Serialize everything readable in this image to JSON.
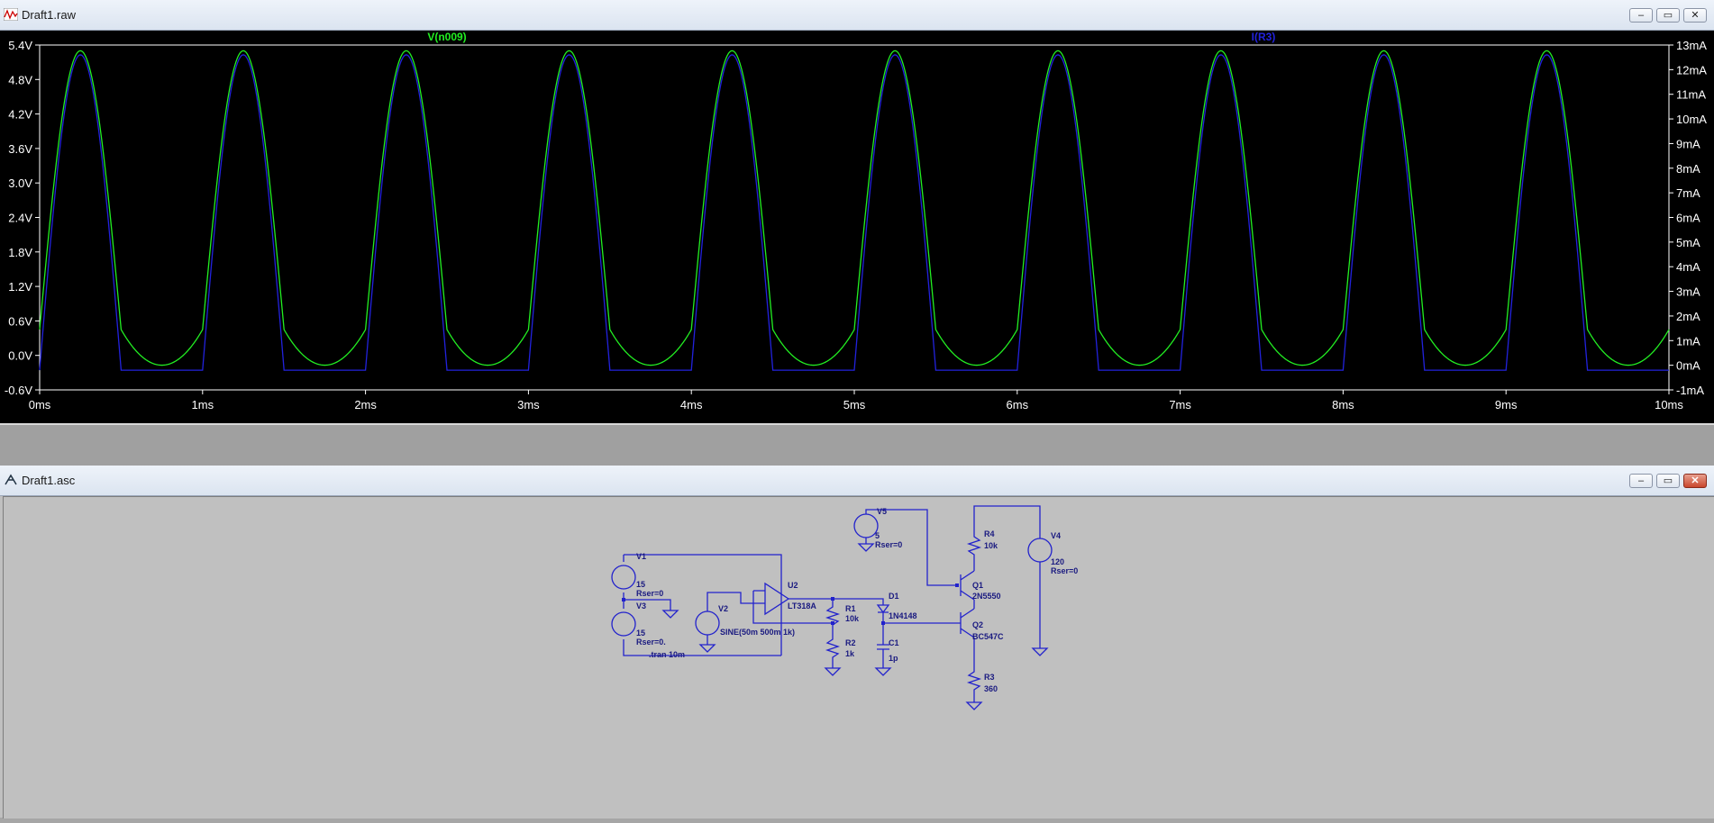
{
  "plot_window": {
    "title": "Draft1.raw",
    "trace_labels": {
      "left": "V(n009)",
      "right": "I(R3)"
    },
    "colors": {
      "voltage": "#22ee22",
      "current": "#2222dd",
      "axis": "#ffffff",
      "bg": "#000000"
    },
    "chart_data": {
      "type": "line",
      "x_label": "",
      "x_ticks": [
        "0ms",
        "1ms",
        "2ms",
        "3ms",
        "4ms",
        "5ms",
        "6ms",
        "7ms",
        "8ms",
        "9ms",
        "10ms"
      ],
      "y_left_ticks": [
        "5.4V",
        "4.8V",
        "4.2V",
        "3.6V",
        "3.0V",
        "2.4V",
        "1.8V",
        "1.2V",
        "0.6V",
        "0.0V",
        "-0.6V"
      ],
      "y_right_ticks": [
        "13mA",
        "12mA",
        "11mA",
        "10mA",
        "9mA",
        "8mA",
        "7mA",
        "6mA",
        "5mA",
        "4mA",
        "3mA",
        "2mA",
        "1mA",
        "0mA",
        "-1mA"
      ],
      "xlim": [
        0,
        10
      ],
      "ylim_left": [
        -0.6,
        5.4
      ],
      "ylim_right": [
        -1,
        13
      ],
      "series": [
        {
          "name": "V(n009)",
          "axis": "left",
          "period_ms": 1.0,
          "peak": 5.3,
          "trough": -0.17
        },
        {
          "name": "I(R3)",
          "axis": "right",
          "period_ms": 1.0,
          "peak": 12.6,
          "floor": -0.2
        }
      ]
    }
  },
  "schematic_window": {
    "title": "Draft1.asc",
    "labels": {
      "v1": "V1",
      "v1_val": "15",
      "v1_rser": "Rser=0",
      "v3": "V3",
      "v3_val": "15",
      "v3_rser": "Rser=0.",
      "tran": ".tran 10m",
      "v2": "V2",
      "v2_val": "SINE(50m 500m 1k)",
      "u2": "U2",
      "u2_val": "LT318A",
      "r1": "R1",
      "r1_val": "10k",
      "r2": "R2",
      "r2_val": "1k",
      "d1": "D1",
      "d1_val": "1N4148",
      "c1": "C1",
      "c1_val": "1p",
      "v5": "V5",
      "v5_val": "5",
      "v5_rser": "Rser=0",
      "r4": "R4",
      "r4_val": "10k",
      "q1": "Q1",
      "q1_val": "2N5550",
      "q2": "Q2",
      "q2_val": "BC547C",
      "r3": "R3",
      "r3_val": "360",
      "v4": "V4",
      "v4_val": "120",
      "v4_rser": "Rser=0"
    }
  }
}
